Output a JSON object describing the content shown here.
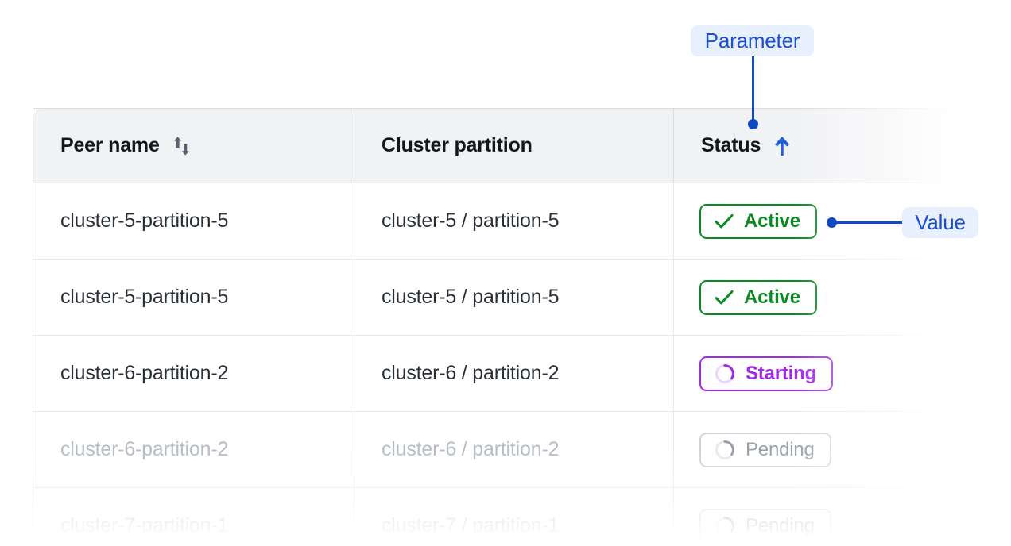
{
  "table": {
    "columns": [
      {
        "label": "Peer name",
        "sort_icon": "sort-both-icon",
        "sort_state": "none"
      },
      {
        "label": "Cluster partition",
        "sort_icon": null,
        "sort_state": "none"
      },
      {
        "label": "Status",
        "sort_icon": "arrow-up-icon",
        "sort_state": "ascending"
      }
    ],
    "rows": [
      {
        "peer_name": "cluster-5-partition-5",
        "cluster_partition": "cluster-5 / partition-5",
        "status": {
          "label": "Active",
          "icon": "check-icon",
          "variant": "active"
        },
        "dimmed": false
      },
      {
        "peer_name": "cluster-5-partition-5",
        "cluster_partition": "cluster-5 / partition-5",
        "status": {
          "label": "Active",
          "icon": "check-icon",
          "variant": "active"
        },
        "dimmed": false
      },
      {
        "peer_name": "cluster-6-partition-2",
        "cluster_partition": "cluster-6 / partition-2",
        "status": {
          "label": "Starting",
          "icon": "spinner-icon",
          "variant": "starting"
        },
        "dimmed": false
      },
      {
        "peer_name": "cluster-6-partition-2",
        "cluster_partition": "cluster-6 / partition-2",
        "status": {
          "label": "Pending",
          "icon": "spinner-icon",
          "variant": "pending"
        },
        "dimmed": true
      },
      {
        "peer_name": "cluster-7-partition-1",
        "cluster_partition": "cluster-7 / partition-1",
        "status": {
          "label": "Pending",
          "icon": "spinner-icon",
          "variant": "pending"
        },
        "dimmed": true
      }
    ]
  },
  "annotations": {
    "parameter": {
      "label": "Parameter",
      "target": "status-column-header"
    },
    "value": {
      "label": "Value",
      "target": "status-badge-row-1"
    }
  },
  "colors": {
    "accent_blue": "#104ac3",
    "pill_blue_bg": "#e8f0fe",
    "pill_blue_text": "#1a4fd0",
    "status_active": "#0a8a22",
    "status_starting": "#a32ae8",
    "status_pending": "#9aa0a8",
    "header_bg": "#f1f2f4",
    "border": "#e7e9ec",
    "text": "#2b2f36",
    "text_dim": "#b7bcc4"
  }
}
